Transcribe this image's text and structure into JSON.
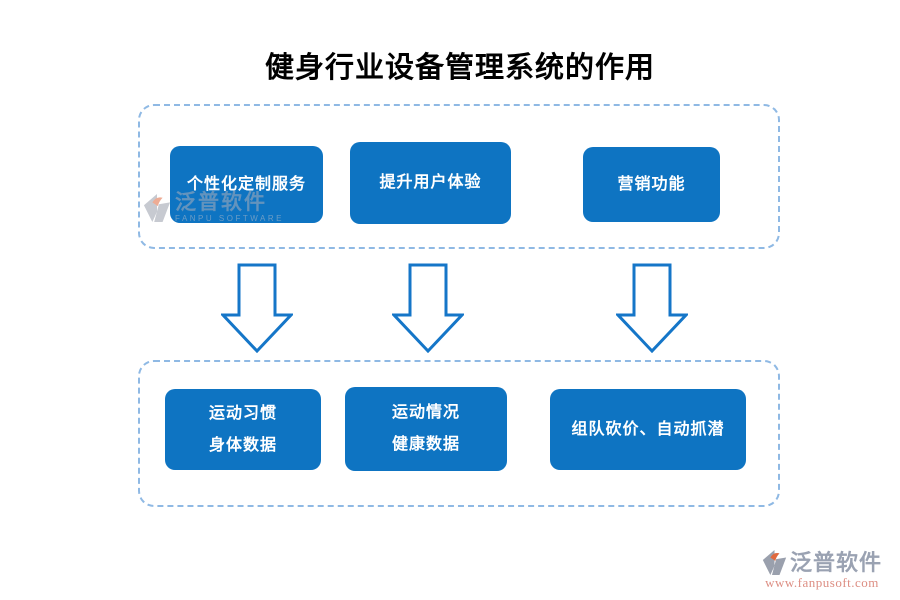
{
  "title": "健身行业设备管理系统的作用",
  "colors": {
    "box_blue": "#0e74c2",
    "dashed_border_blue": "#8fb9e4",
    "arrow_stroke_blue": "#1576c8",
    "box_text": "#ffffff",
    "title_text": "#000000",
    "watermark_grey": "#a9aeb9",
    "watermark_salmon": "#dd8e83",
    "logo_grey": "#9aa0ad",
    "logo_orange": "#e0693f"
  },
  "top_group": {
    "boxes": [
      {
        "label": "个性化定制服务"
      },
      {
        "label": "提升用户体验"
      },
      {
        "label": "营销功能"
      }
    ]
  },
  "bottom_group": {
    "boxes": [
      {
        "lines": [
          "运动习惯",
          "身体数据"
        ]
      },
      {
        "lines": [
          "运动情况",
          "健康数据"
        ]
      },
      {
        "lines": [
          "组队砍价、自动抓潜"
        ]
      }
    ]
  },
  "watermark_inline": {
    "brand": "泛普软件",
    "subtext": "FANPU SOFTWARE"
  },
  "watermark_footer": {
    "brand": "泛普软件",
    "url": "www.fanpusoft.com"
  }
}
